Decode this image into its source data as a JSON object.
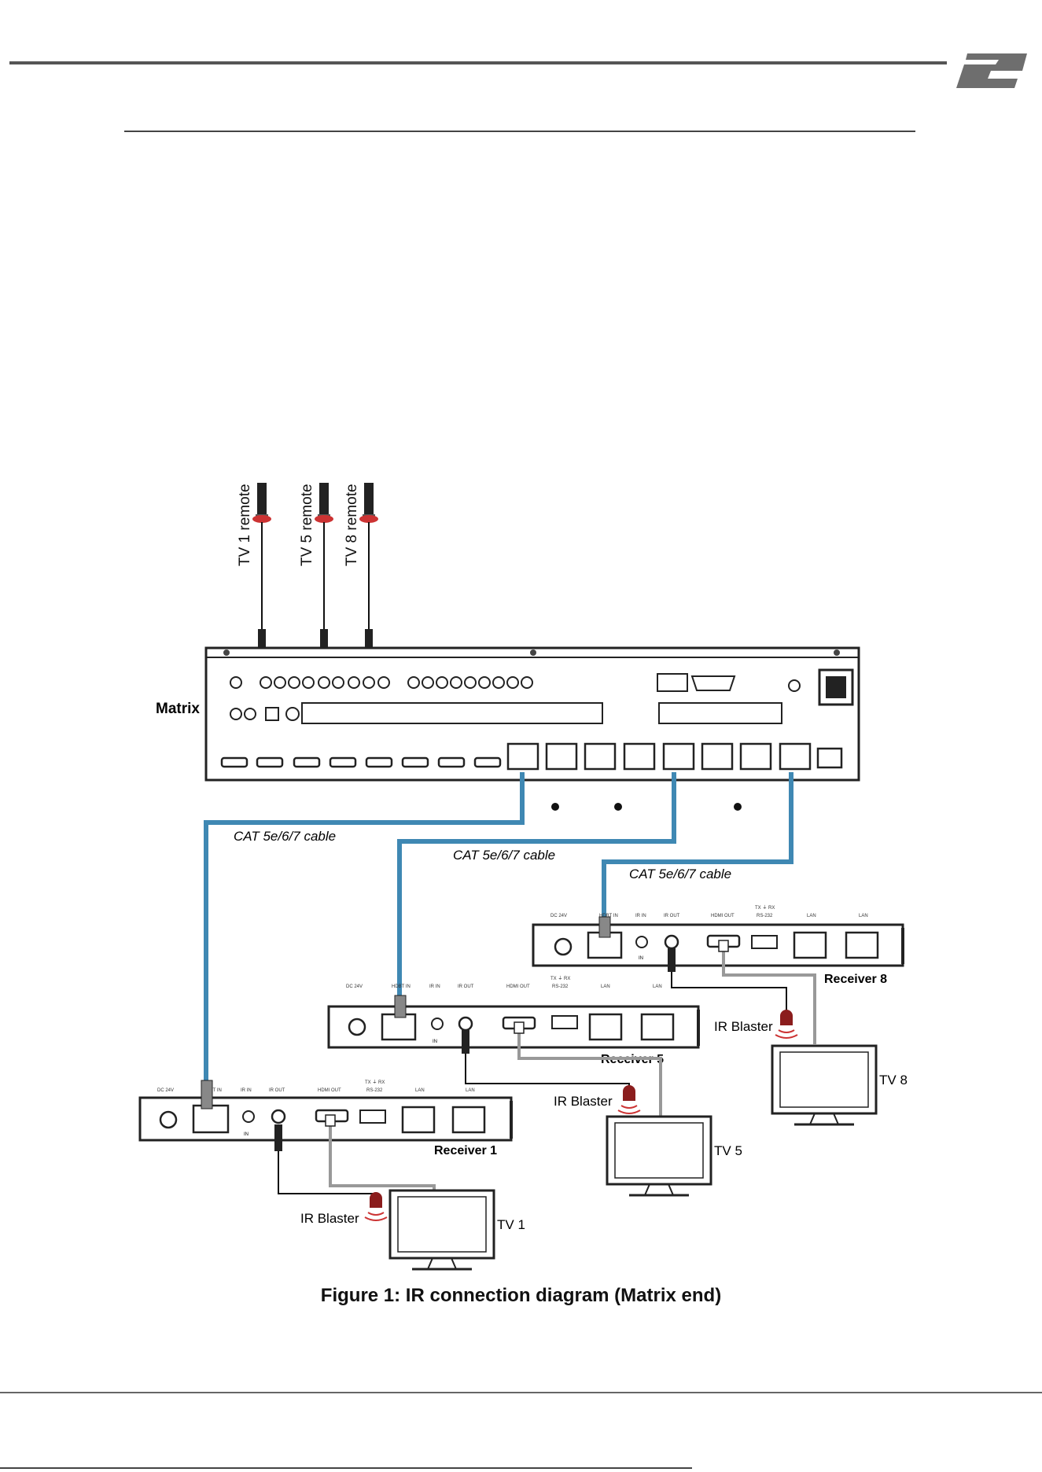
{
  "brand": {
    "logo_text": "2"
  },
  "diagram": {
    "remotes": [
      "TV 1 remote",
      "TV 5 remote",
      "TV 8 remote"
    ],
    "matrix_label": "Matrix",
    "cable_label": "CAT 5e/6/7 cable",
    "receivers": [
      "Receiver 1",
      "Receiver 5",
      "Receiver 8"
    ],
    "blaster_label": "IR Blaster",
    "tvs": [
      "TV 1",
      "TV 5",
      "TV 8"
    ],
    "port_labels": {
      "dc": "DC 24V",
      "hdbt": "HDBT IN",
      "irin": "IR IN",
      "irout": "IR OUT",
      "hdmiout": "HDMI OUT",
      "rs232": "RS-232",
      "rs_pins": "TX ⏚ RX",
      "lan": "LAN",
      "in": "IN"
    }
  },
  "caption": "Figure 1: IR connection diagram (Matrix end)"
}
